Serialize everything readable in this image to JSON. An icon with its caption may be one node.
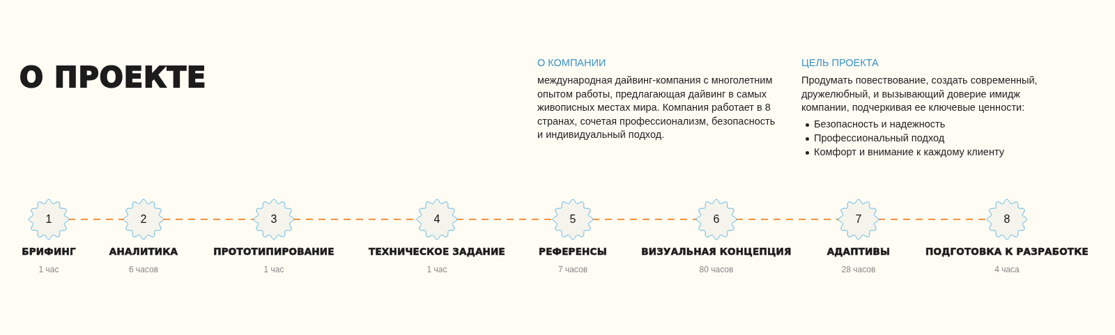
{
  "diagram": {
    "nodes": [
      {
        "text": [
          "1"
        ],
        "beside": [
          "БРИФИНГ",
          "1 час"
        ]
      },
      {
        "text": [
          "2"
        ],
        "beside": [
          "АНАЛИТИКА",
          "6 часов"
        ]
      },
      {
        "text": [
          "3"
        ],
        "beside": [
          "ПРОТОТИПИРОВАНИЕ",
          "1 час"
        ]
      },
      {
        "text": [
          "4"
        ],
        "beside": [
          "ТЕХНИЧЕСКОЕ ЗАДАНИЕ",
          "1 час"
        ]
      },
      {
        "text": [
          "5"
        ],
        "beside": [
          "РЕФЕРЕНСЫ",
          "7 часов"
        ]
      },
      {
        "text": [
          "6"
        ],
        "beside": [
          "ВИЗУАЛЬНАЯ КОНЦЕПЦИЯ",
          "80 часов"
        ]
      },
      {
        "text": [
          "7"
        ],
        "beside": [
          "АДАПТИВЫ",
          "28 часов"
        ]
      },
      {
        "text": [
          "8"
        ],
        "beside": [
          "ПОДГОТОВКА К РАЗРАБОТКЕ",
          "4 часа"
        ]
      }
    ],
    "edges": [
      {
        "from": 0,
        "to": 1,
        "arrow": "none",
        "style": "dashed"
      },
      {
        "from": 1,
        "to": 2,
        "arrow": "none",
        "style": "dashed"
      },
      {
        "from": 2,
        "to": 3,
        "arrow": "none",
        "style": "dashed"
      },
      {
        "from": 3,
        "to": 4,
        "arrow": "none",
        "style": "dashed"
      },
      {
        "from": 4,
        "to": 5,
        "arrow": "none",
        "style": "dashed"
      },
      {
        "from": 5,
        "to": 6,
        "arrow": "none",
        "style": "dashed"
      },
      {
        "from": 6,
        "to": 7,
        "arrow": "none",
        "style": "dashed"
      }
    ],
    "labels": [
      "О ПРОЕКТЕ",
      "О КОМПАНИИ",
      "ЦЕЛЬ ПРОЕКТА",
      "международная дайвинг-компания с многолетним опытом работы, предлагающая дайвинг в самых живописных местах мира. Компания работает в 8 странах, сочетая профессионализм, безопасность и индивидуальный подход.",
      "Продумать повествование, создать современный, дружелюбный, и вызывающий доверие имидж компании, подчеркивая ее ключевые ценности:",
      "Безопасность и надежность",
      "Профессиональный подход",
      "Комфорт и внимание к каждому клиенту"
    ]
  }
}
